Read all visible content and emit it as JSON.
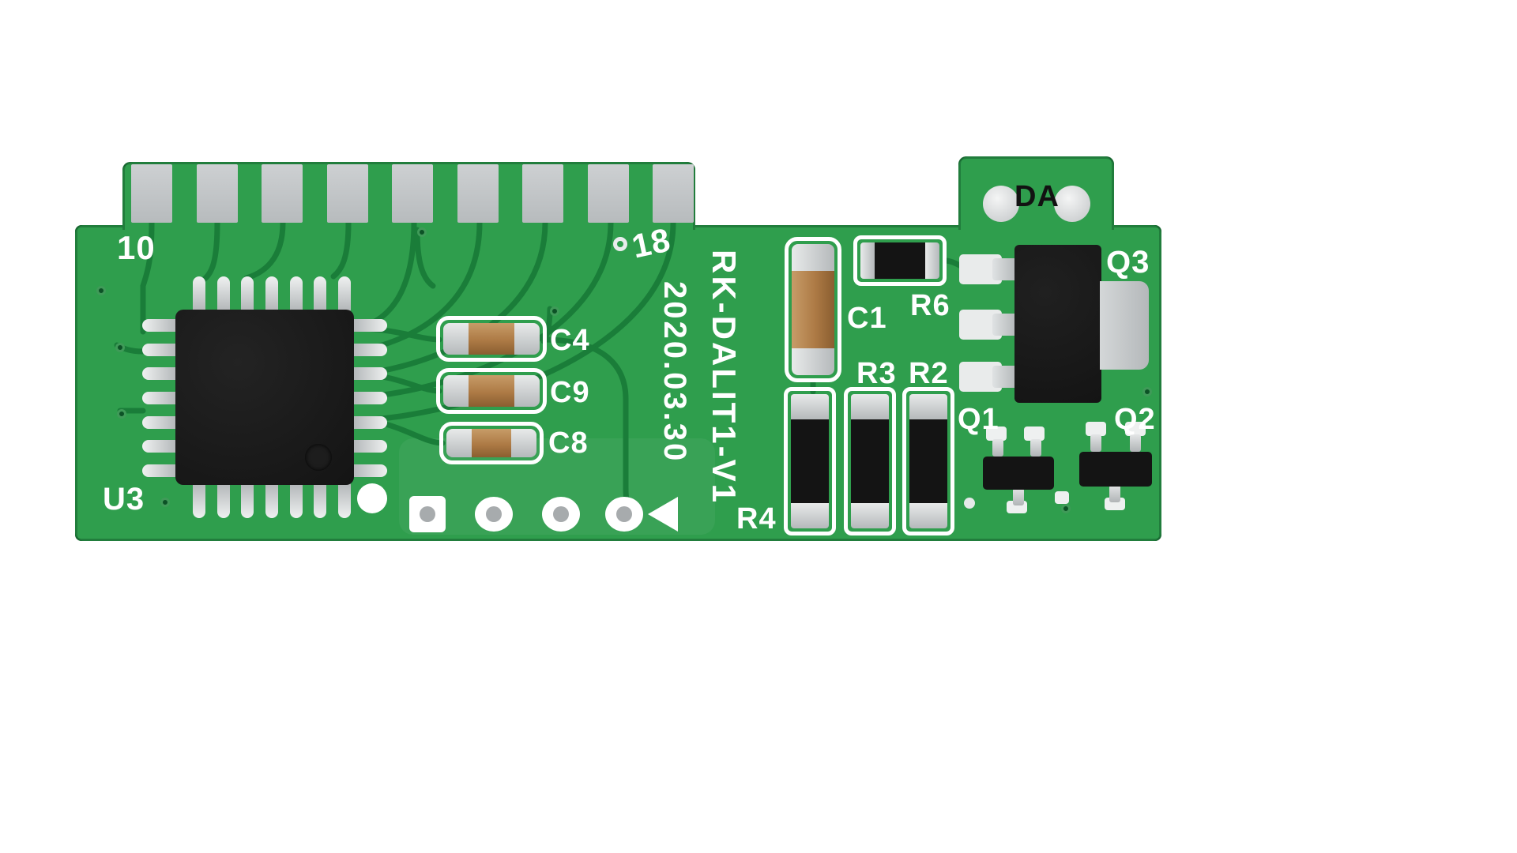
{
  "board": {
    "silkscreen": {
      "pin10": "10",
      "pin18": "18",
      "model": "RK-DALIT1-V1",
      "date": "2020.03.30",
      "u3": "U3",
      "c4": "C4",
      "c9": "C9",
      "c8": "C8",
      "c1": "C1",
      "r6": "R6",
      "r3": "R3",
      "r2": "R2",
      "r4": "R4",
      "q1": "Q1",
      "q2": "Q2",
      "q3": "Q3",
      "da": "DA"
    },
    "colors": {
      "background": "#ffffff",
      "board_green": "#2f9e4d",
      "trace_green": "#1a7d39",
      "silkscreen_white": "#ffffff",
      "pad_silver": "#b7bbbd",
      "component_black": "#141414",
      "capacitor_tan": "#ad7a45"
    }
  }
}
